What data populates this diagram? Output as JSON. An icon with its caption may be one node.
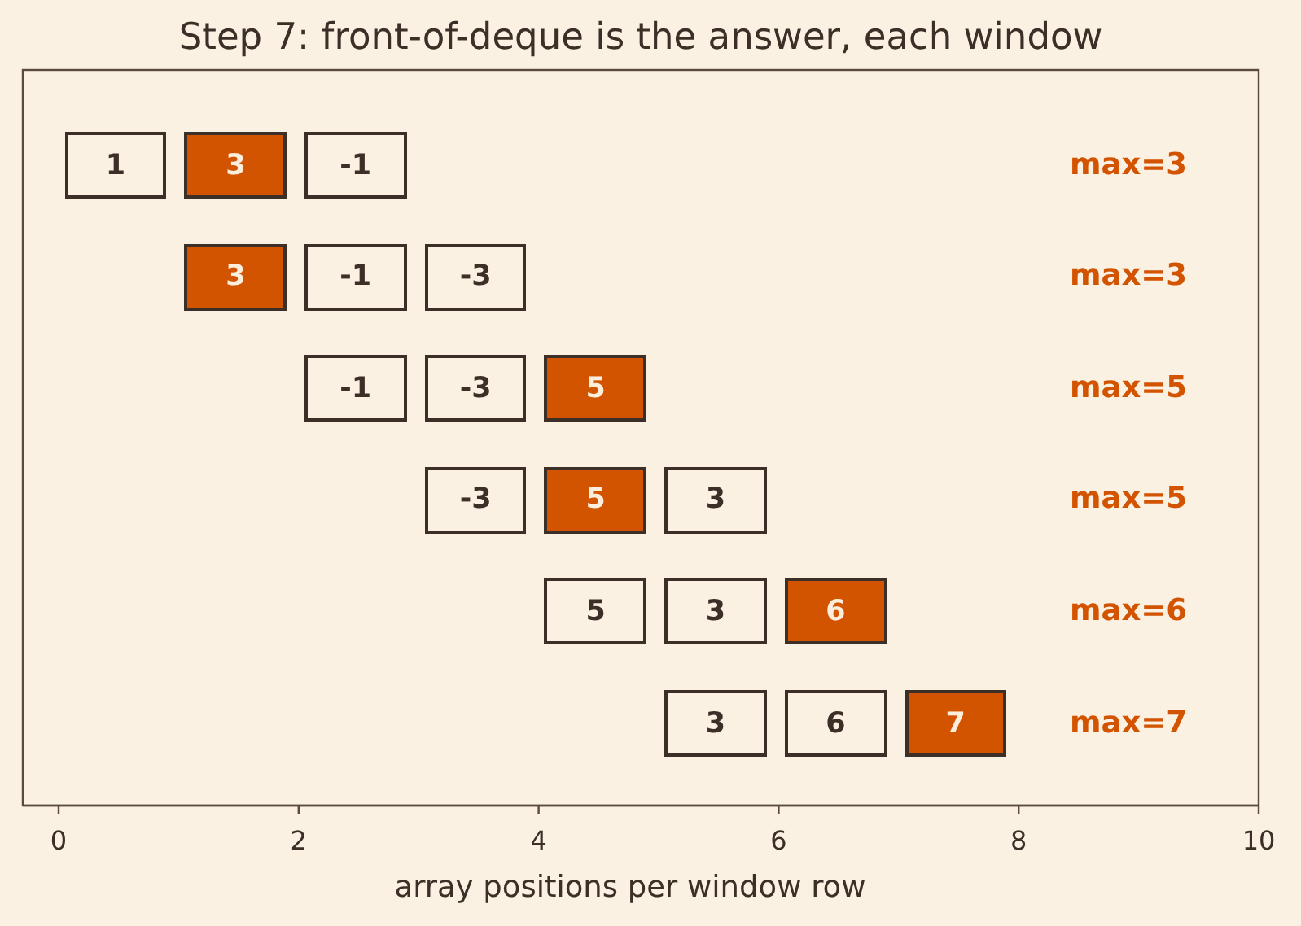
{
  "diagram": {
    "title": "Step 7: front-of-deque is the answer, each window",
    "nodes": [
      {
        "text": [
          "1"
        ]
      },
      {
        "text": [
          "3"
        ]
      },
      {
        "text": [
          "-1"
        ]
      },
      {
        "text": [
          "3"
        ]
      },
      {
        "text": [
          "-1"
        ]
      },
      {
        "text": [
          "-3"
        ]
      },
      {
        "text": [
          "-1"
        ]
      },
      {
        "text": [
          "-3"
        ]
      },
      {
        "text": [
          "5"
        ]
      },
      {
        "text": [
          "-3"
        ]
      },
      {
        "text": [
          "5"
        ]
      },
      {
        "text": [
          "3"
        ]
      },
      {
        "text": [
          "5"
        ]
      },
      {
        "text": [
          "3"
        ]
      },
      {
        "text": [
          "6"
        ]
      },
      {
        "text": [
          "3"
        ]
      },
      {
        "text": [
          "6"
        ]
      },
      {
        "text": [
          "7"
        ]
      }
    ],
    "labels": [
      "max=3",
      "max=3",
      "max=5",
      "max=5",
      "max=6",
      "max=7",
      "0",
      "2",
      "4",
      "6",
      "8",
      "10",
      "array positions per window row"
    ]
  }
}
